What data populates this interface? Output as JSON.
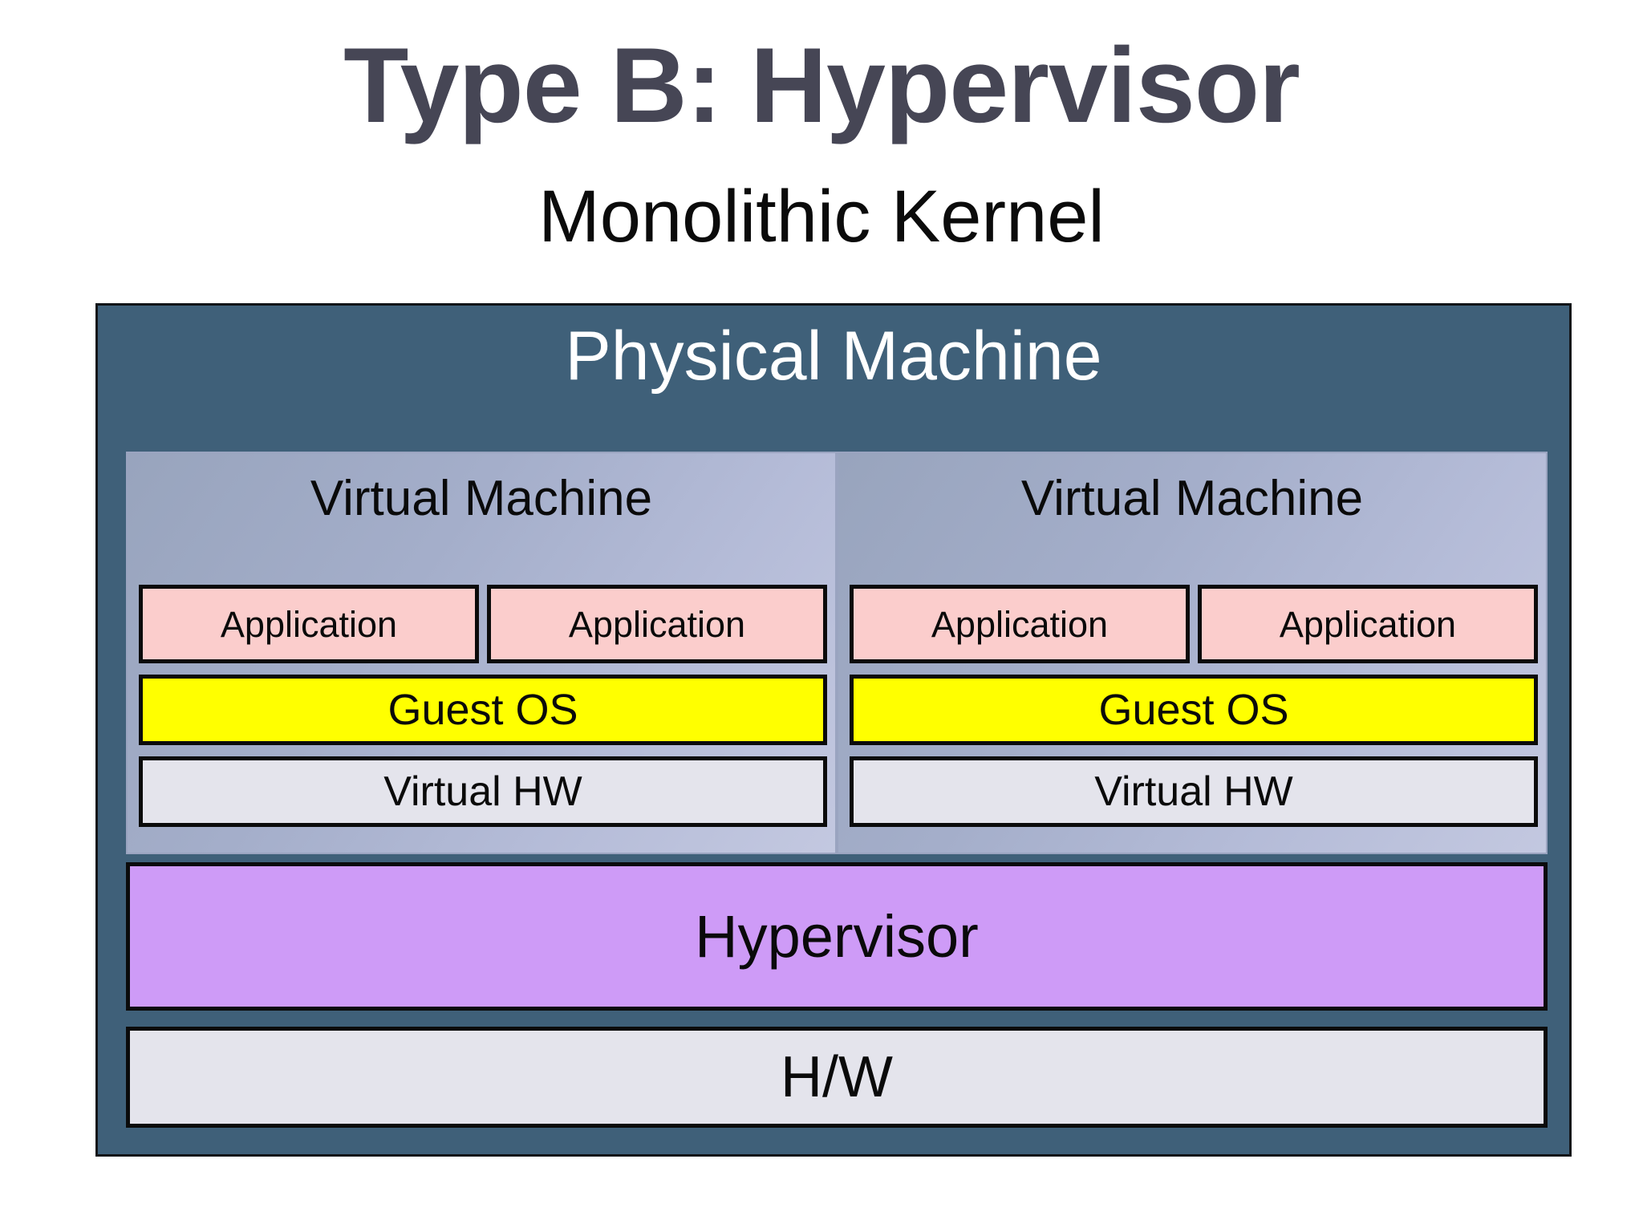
{
  "title": {
    "main": "Type B: Hypervisor",
    "sub": "Monolithic Kernel"
  },
  "colors": {
    "title_main": "#464655",
    "title_sub": "#000000",
    "physical_machine_bg": "#3F6079",
    "vm_gradient_start": "#98A4BD",
    "vm_gradient_end": "#C3C8E0",
    "application_bg": "#FBCDCC",
    "guest_os_bg": "#FFFF00",
    "virtual_hw_bg": "#E4E4EC",
    "hypervisor_bg": "#CE9BF7",
    "hardware_bg": "#E4E4EC",
    "box_border": "#0B0B0B"
  },
  "diagram": {
    "physical_machine": {
      "label": "Physical Machine",
      "virtual_machines": [
        {
          "label": "Virtual Machine",
          "applications": [
            "Application",
            "Application"
          ],
          "guest_os": "Guest OS",
          "virtual_hw": "Virtual HW"
        },
        {
          "label": "Virtual Machine",
          "applications": [
            "Application",
            "Application"
          ],
          "guest_os": "Guest OS",
          "virtual_hw": "Virtual HW"
        }
      ],
      "hypervisor": "Hypervisor",
      "hardware": "H/W"
    }
  }
}
